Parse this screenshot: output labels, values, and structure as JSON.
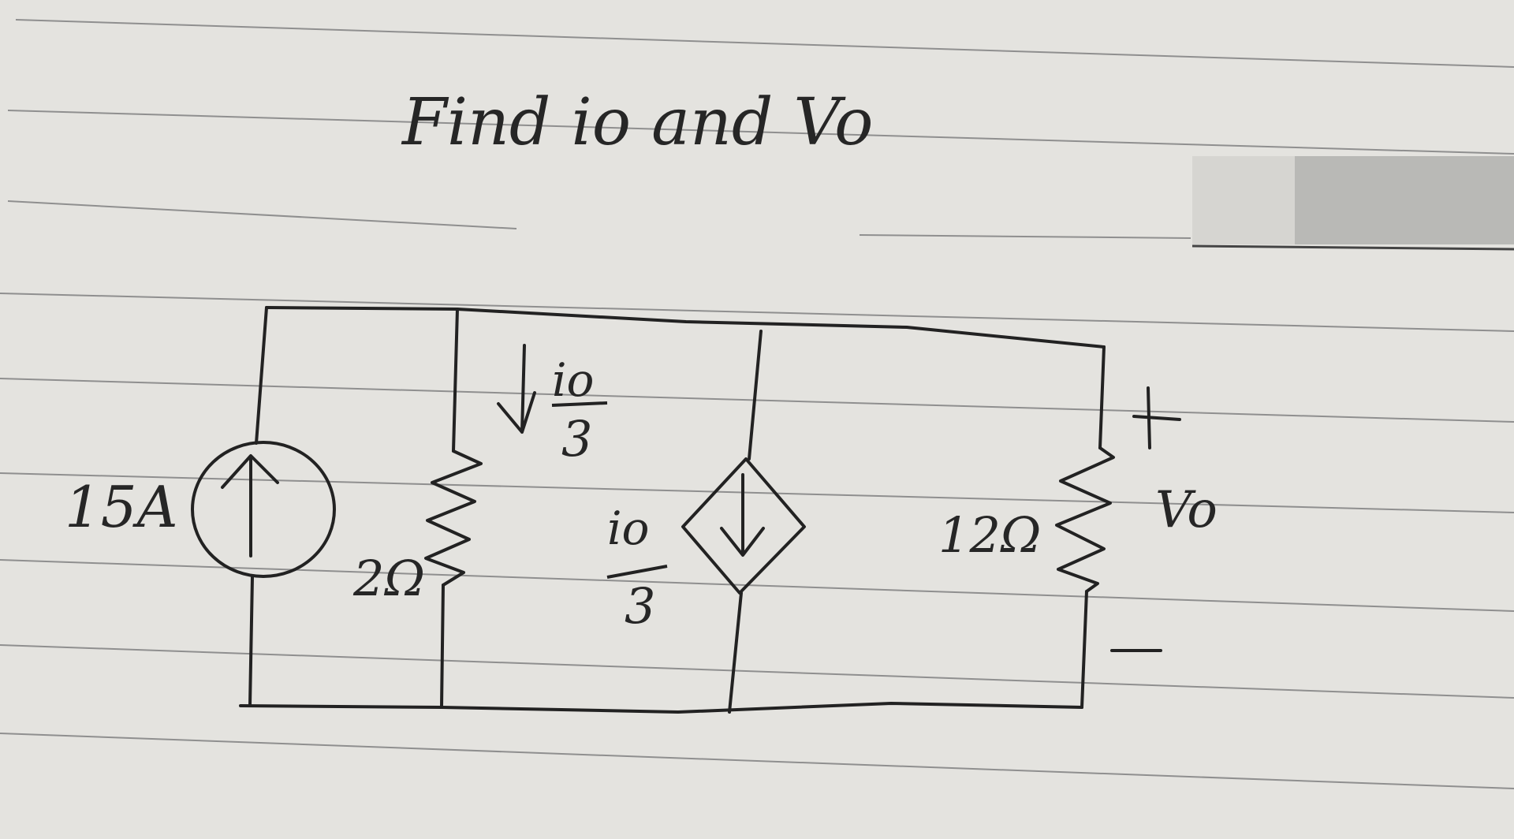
{
  "title": "Find io and Vo",
  "circuit": {
    "source_label": "15A",
    "resistor_left_label": "2Ω",
    "branch_current_label": {
      "numerator": "io",
      "denominator": "3"
    },
    "dependent_source_label": {
      "numerator": "io",
      "denominator": "3"
    },
    "resistor_right_label": "12Ω",
    "output_voltage_label": "Vo",
    "plus_sign": "+",
    "minus_sign": "−"
  },
  "colors": {
    "paper": "#e4e3df",
    "ink": "#222222",
    "rule": "#8f8f8f"
  }
}
